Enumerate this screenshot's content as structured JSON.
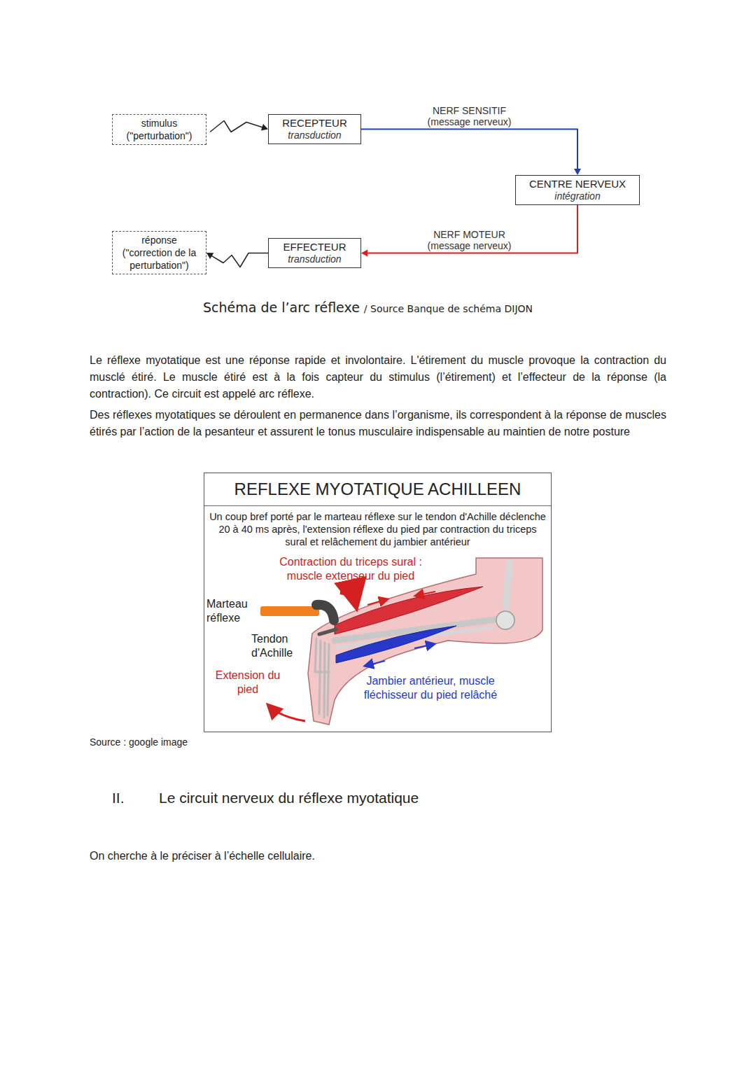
{
  "diagram": {
    "caption": "Schéma de l’arc réflexe",
    "nodes": [
      {
        "text": [
          "stimulus (\"perturbation\")"
        ]
      },
      {
        "text": [
          "RECEPTEUR",
          "transduction"
        ]
      },
      {
        "text": [
          "CENTRE NERVEUX",
          "intégration"
        ]
      },
      {
        "text": [
          "EFFECTEUR",
          "transduction"
        ]
      },
      {
        "text": [
          "réponse (\"correction de la perturbation\")"
        ]
      },
      {
        "text": [
          "REFLEXE MYOTATIQUE ACHILLEEN",
          "Un coup bref porté par le marteau réflexe sur le tendon d'Achille déclenche 20 à 40 ms après, l'extension réflexe du pied par contraction du triceps sural et relâchement du jambier antérieur"
        ]
      }
    ],
    "edges": [
      {
        "from": 0,
        "to": 1,
        "arrow": "to"
      },
      {
        "from": 1,
        "to": 2,
        "label": "NERF SENSITIF",
        "arrow": "to"
      },
      {
        "from": 2,
        "to": 3,
        "label": "NERF MOTEUR",
        "arrow": "to"
      },
      {
        "from": 3,
        "to": 4,
        "arrow": "to"
      }
    ],
    "labels": [
      "(message nerveux)",
      "(message nerveux)",
      "/ Source Banque de schéma DIJON",
      "Le réflexe myotatique est une réponse rapide et involontaire. L'étirement du muscle provoque la contraction du musclé étiré. Le muscle étiré est à la fois capteur du stimulus (l’étirement) et l’effecteur de la réponse (la contraction). Ce circuit est appelé arc réflexe.",
      "Des réflexes myotatiques se déroulent en permanence dans l’organisme, ils correspondent à la réponse de muscles étirés par l’action de la pesanteur et assurent le tonus musculaire indispensable au maintien de notre posture",
      "Contraction du triceps sural : muscle extenseur du pied",
      "Marteau réflexe",
      "Tendon d'Achille",
      "Extension du pied",
      "Jambier antérieur, muscle fléchisseur du pied relâché",
      "Source : google image",
      "II.",
      "Le circuit nerveux du réflexe myotatique",
      "On cherche à le préciser à l’échelle cellulaire."
    ]
  }
}
